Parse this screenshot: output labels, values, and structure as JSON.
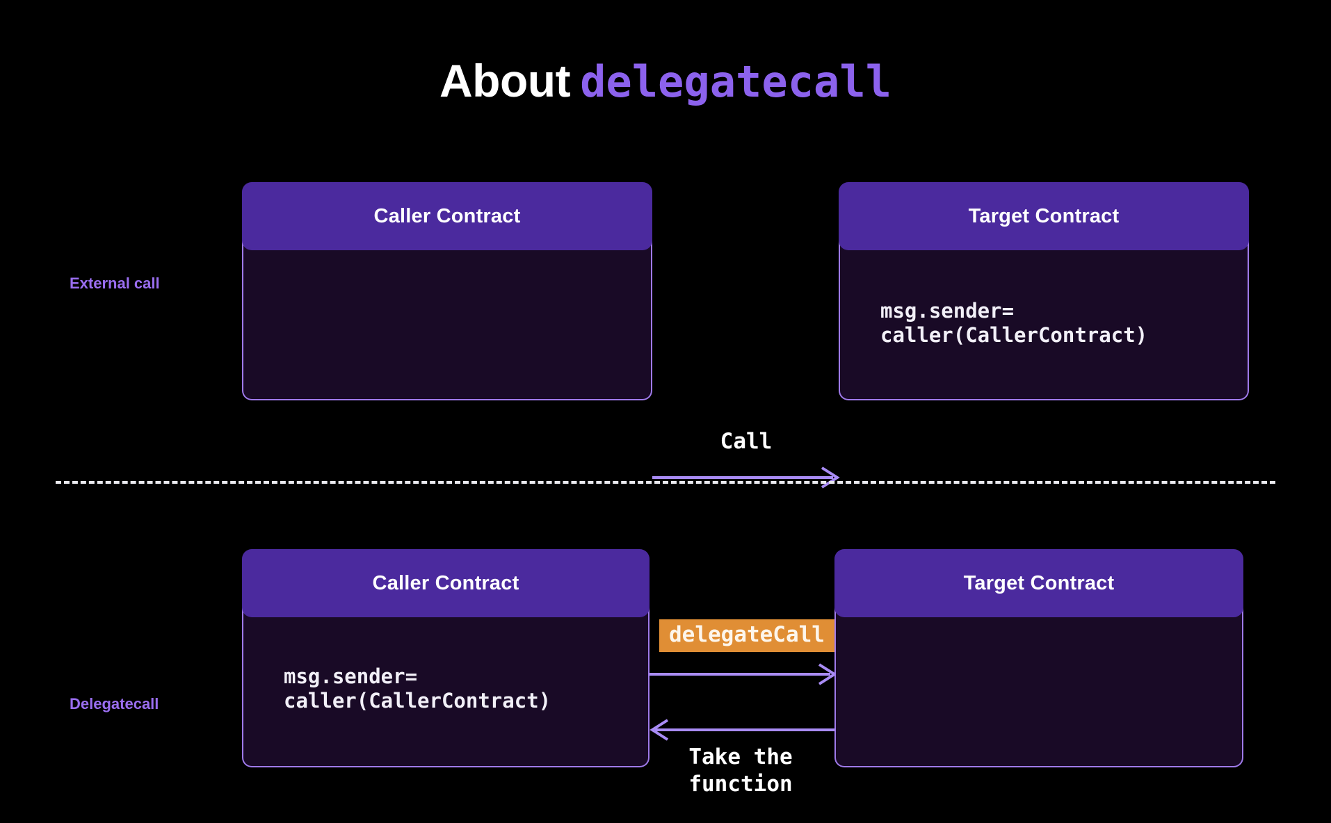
{
  "page": {
    "background_color": "#000000",
    "title_prefix": "About",
    "title_code": "delegatecall"
  },
  "colors": {
    "header_purple": "#4b2a9e",
    "body_navy": "#190a26",
    "border_purple": "#9f7aea",
    "arrow_purple": "#a98cf5",
    "accent_orange": "#e08e35",
    "label_purple": "#9a6ef0",
    "title_code_purple": "#8c62ed",
    "divider_white": "#e9e9ee"
  },
  "sections": [
    {
      "id": "external",
      "label": "External call",
      "caller": {
        "title": "Caller Contract",
        "code": ""
      },
      "target": {
        "title": "Target Contract",
        "code": "msg.sender=\ncaller(CallerContract)"
      },
      "arrows": [
        {
          "label": "Call",
          "direction": "right"
        }
      ]
    },
    {
      "id": "delegatecall",
      "label": "Delegatecall",
      "caller": {
        "title": "Caller Contract",
        "code": "msg.sender=\ncaller(CallerContract)"
      },
      "target": {
        "title": "Target Contract",
        "code": ""
      },
      "arrows": [
        {
          "label": "delegateCall",
          "direction": "right",
          "style": "badge"
        },
        {
          "label": "Take the\nfunction",
          "direction": "left",
          "style": "plain"
        }
      ]
    }
  ]
}
